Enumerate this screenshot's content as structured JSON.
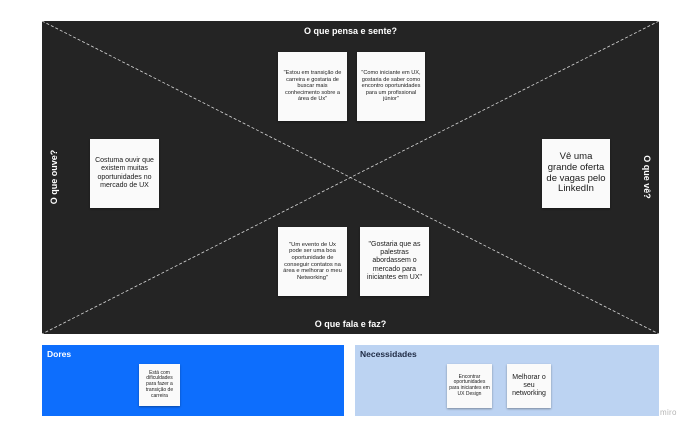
{
  "quadrants": {
    "top": "O que pensa e sente?",
    "bottom": "O que fala e faz?",
    "left": "O que ouve?",
    "right": "O que vê?"
  },
  "notes": {
    "thinks_1": "\"Estou em transição de carreira e gostaria de buscar mais conhecimento sobre a área de Ux\"",
    "thinks_2": "\"Como iniciante em UX, gostaria de saber como encontro oportunidades para um profissional júnior\"",
    "hears_1": "Costuma ouvir que existem muitas oportunidades no mercado de UX",
    "sees_1": "Vê uma grande oferta de vagas pelo LinkedIn",
    "says_1": "\"Um evento de Ux pode ser uma boa oportunidade de conseguir contatos na área e melhorar o meu Networking\"",
    "says_2": "\"Gostaria que as palestras abordassem o mercado para iniciantes em UX\""
  },
  "panels": {
    "pains": {
      "title": "Dores",
      "notes": [
        "Está com dificuldades para fazer a transição de carreira"
      ]
    },
    "needs": {
      "title": "Necessidades",
      "notes": [
        "Encontrar oportunidades para iniciantes em UX Design",
        "Melhorar o seu networking"
      ]
    }
  },
  "brand": "miro",
  "colors": {
    "board": "#242424",
    "pains_panel": "#0d6efd",
    "needs_panel": "#bcd3f2",
    "sticky": "#fafafa"
  }
}
